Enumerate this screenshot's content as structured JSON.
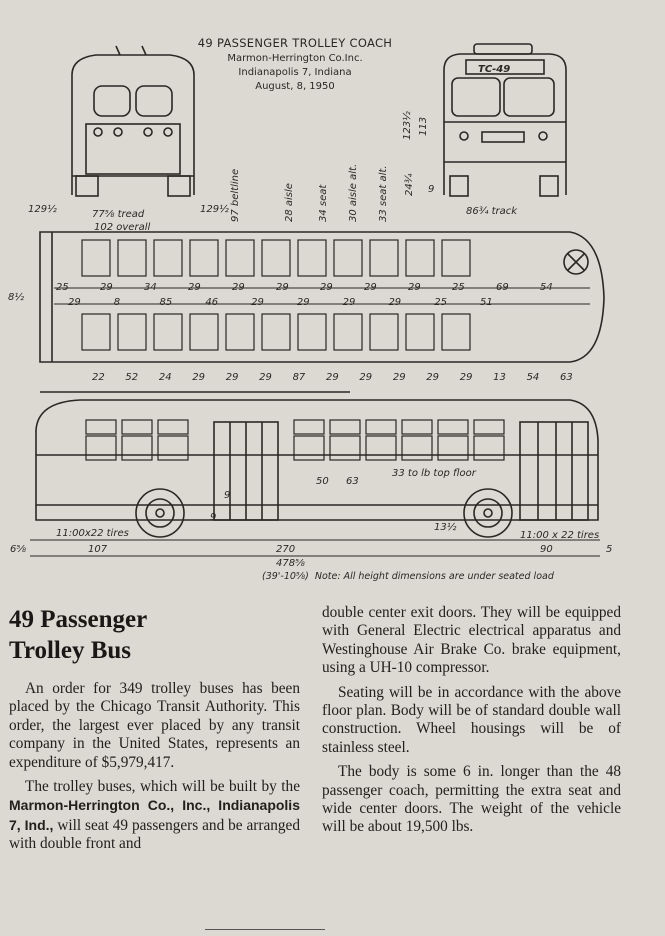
{
  "header": {
    "line1": "49 PASSENGER TROLLEY COACH",
    "line2": "Marmon-Herrington Co.Inc.",
    "line3": "Indianapolis 7, Indiana",
    "line4": "August, 8, 1950"
  },
  "drawing": {
    "bus_number": "TC-49",
    "end_view_dims": [
      "129½",
      "77⅝ tread",
      "102 overall",
      "129½",
      "86¾ track",
      "123½",
      "113",
      "24¾",
      "9"
    ],
    "section_labels": [
      "97 beltline",
      "28 aisle",
      "34 seat",
      "30 aisle alt.",
      "33 seat alt."
    ],
    "plan_dims_top": [
      "25",
      "29",
      "34",
      "29",
      "29",
      "29",
      "29",
      "29",
      "29",
      "25",
      "69",
      "54"
    ],
    "plan_dims_mid": [
      "29",
      "8",
      "85",
      "46",
      "29",
      "29",
      "29",
      "29",
      "25",
      "51"
    ],
    "plan_dims_bottom": [
      "22",
      "52",
      "24",
      "29",
      "29",
      "29",
      "87",
      "29",
      "29",
      "29",
      "29",
      "29",
      "13",
      "54",
      "63"
    ],
    "plan_side": "8½",
    "side_labels": [
      "11:00x22 tires",
      "11:00 x 22 tires",
      "50",
      "63",
      "33 to lb top floor",
      "9",
      "9",
      "13½",
      "6⅝",
      "107",
      "270",
      "478⅝",
      "90",
      "5",
      "(39'-10⅝)"
    ],
    "note": "Note: All height dimensions are under seated load"
  },
  "article": {
    "title_line1": "49 Passenger",
    "title_line2": "Trolley Bus",
    "p1": "An order for 349 trolley buses has been placed by the Chicago Transit Authority. This order, the largest ever placed by any transit company in the United States, represents an expenditure of $5,979,417.",
    "p2_pre": "The trolley buses, which will be built by the ",
    "p2_bold": "Marmon-Herrington Co., Inc., Indianapolis 7, Ind.,",
    "p2_post": " will seat 49 passengers and be arranged with double front and",
    "p3": "double center exit doors. They will be equipped with General Electric electrical apparatus and Westinghouse Air Brake Co. brake equipment, using a UH-10 compressor.",
    "p4": "Seating will be in accordance with the above floor plan. Body will be of standard double wall construction. Wheel housings will be of stainless steel.",
    "p5": "The body is some 6 in. longer than the 48 passenger coach, permitting the extra seat and wide center doors. The weight of the vehicle will be about 19,500 lbs."
  }
}
